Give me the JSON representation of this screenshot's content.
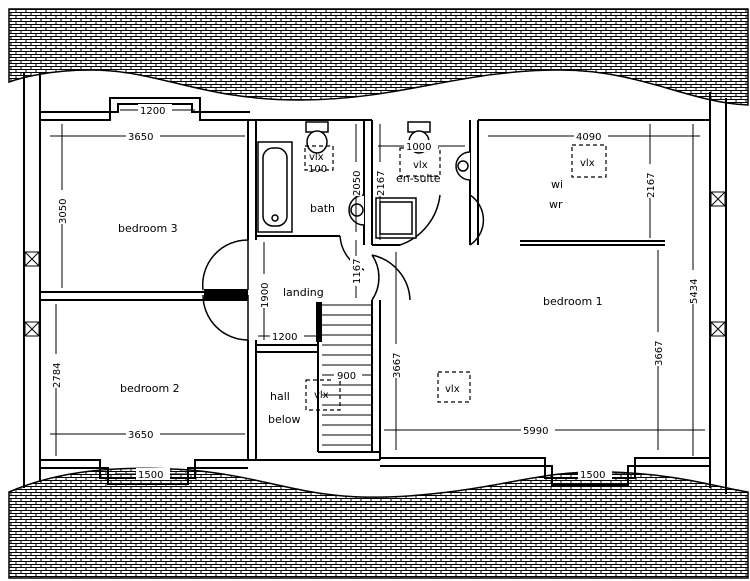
{
  "rooms": {
    "bedroom3": "bedroom 3",
    "bedroom2": "bedroom 2",
    "bedroom1": "bedroom 1",
    "bath": "bath",
    "ensuite": "en-suite",
    "landing": "landing",
    "hall_below_1": "hall",
    "hall_below_2": "below",
    "wi": "wi",
    "wr": "wr"
  },
  "fixtures": {
    "vlx": "vlx",
    "vlx2": "vlx",
    "vlx3": "vlx",
    "vlx4": "vlx",
    "vlx5": "vlx"
  },
  "dimensions": {
    "d1200_top": "1200",
    "d3650_top": "3650",
    "d3050": "3050",
    "d4090": "4090",
    "d2167_right": "2167",
    "d5434": "5434",
    "d1000": "1000",
    "d100": "100",
    "d2050": "2050",
    "d2167_ensuite": "2167",
    "d1167": "1167",
    "d1900": "1900",
    "d1200_landing": "1200",
    "d900": "900",
    "d3667_left": "3667",
    "d3667_right": "3667",
    "d2784": "2784",
    "d3650_bottom": "3650",
    "d5990": "5990",
    "d1500_left": "1500",
    "d1500_right": "1500"
  }
}
